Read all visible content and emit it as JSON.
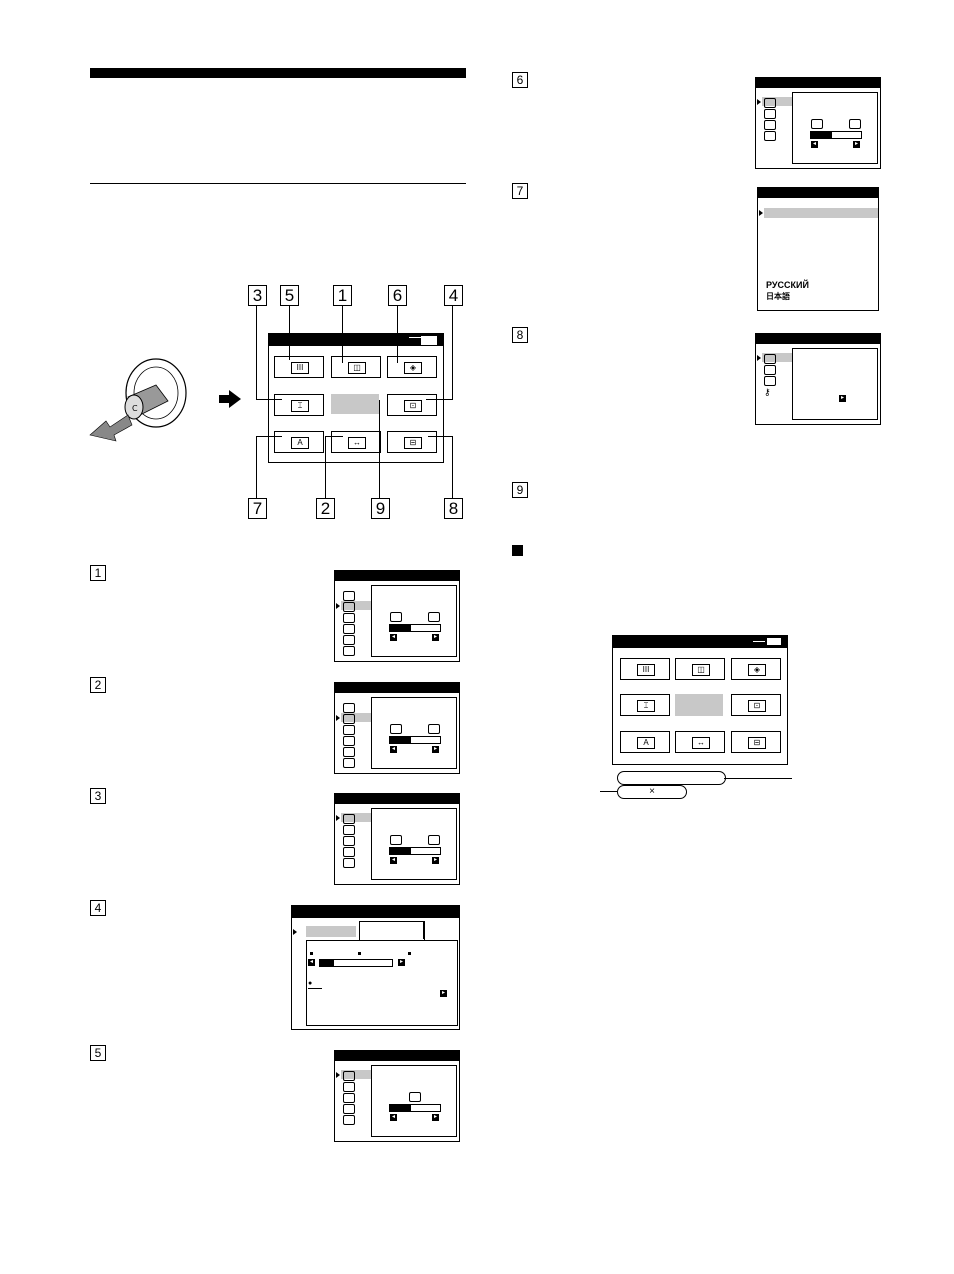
{
  "callouts": {
    "n1": "1",
    "n2": "2",
    "n3": "3",
    "n4": "4",
    "n5": "5",
    "n6": "6",
    "n7": "7",
    "n8": "8",
    "n9": "9"
  },
  "language_menu": {
    "russian": "РУССКИЙ",
    "japanese": "日本語"
  },
  "cancel_pill": {
    "label": "×"
  },
  "sliders": {
    "s1": 0.42,
    "s2": 0.42,
    "s3": 0.42,
    "s4": 0.2,
    "s5": 0.42,
    "s6": 0.42
  },
  "icons": {
    "main_menu": [
      "brightness-icon",
      "center-icon",
      "size-icon",
      "geometry-icon",
      "lang-icon",
      "convergence-icon",
      "color-icon",
      "option-icon",
      "exit-icon"
    ],
    "pointer": "arrow-right-icon",
    "joystick": "control-button-icon"
  }
}
